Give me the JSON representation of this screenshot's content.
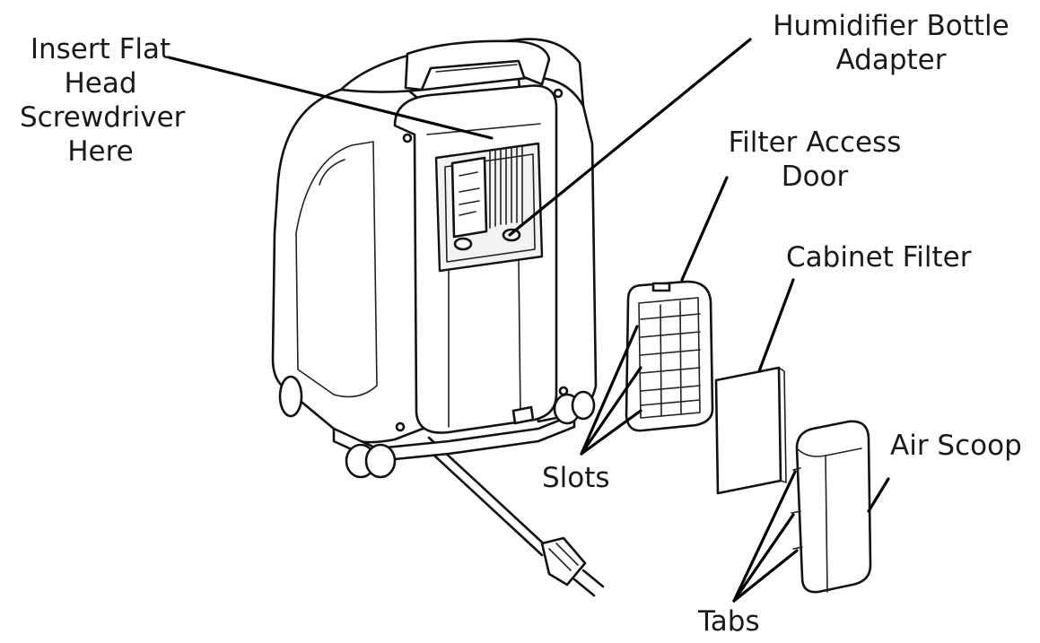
{
  "labels": {
    "screwdriver": [
      "Insert Flat",
      "Head",
      "Screwdriver",
      "Here"
    ],
    "humidifier": [
      "Humidifier Bottle",
      "Adapter"
    ],
    "filter_door": [
      "Filter Access",
      "Door"
    ],
    "cabinet_filter": "Cabinet Filter",
    "air_scoop": "Air Scoop",
    "slots": "Slots",
    "tabs": "Tabs"
  },
  "colors": {
    "line": "#111111",
    "background": "#ffffff",
    "text": "#1a1a1a"
  }
}
